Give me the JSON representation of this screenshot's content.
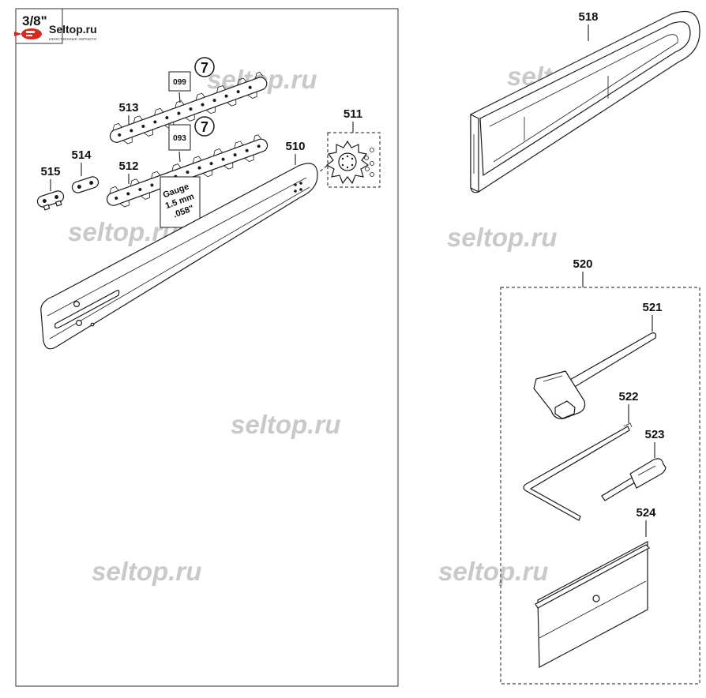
{
  "logo": {
    "name": "Seltop.ru",
    "tagline": "качественные запчасти",
    "icon": "chainsaw-logo-icon"
  },
  "chain_pitch": "3/8\"",
  "callouts": {
    "p510": "510",
    "p511": "511",
    "p512": "512",
    "p513": "513",
    "p514": "514",
    "p515": "515",
    "p518": "518",
    "p520": "520",
    "p521": "521",
    "p522": "522",
    "p523": "523",
    "p524": "524"
  },
  "chain_tags": {
    "upper": "099",
    "lower": "093"
  },
  "chain_symbol": "7",
  "gauge_label": {
    "line1": "Gauge",
    "line2": "1.5 mm",
    "line3": ".058\""
  },
  "watermarks": [
    "seltop.ru",
    "seltop.ru",
    "seltop.ru",
    "seltop.ru",
    "seltop.ru",
    "seltop.ru"
  ]
}
